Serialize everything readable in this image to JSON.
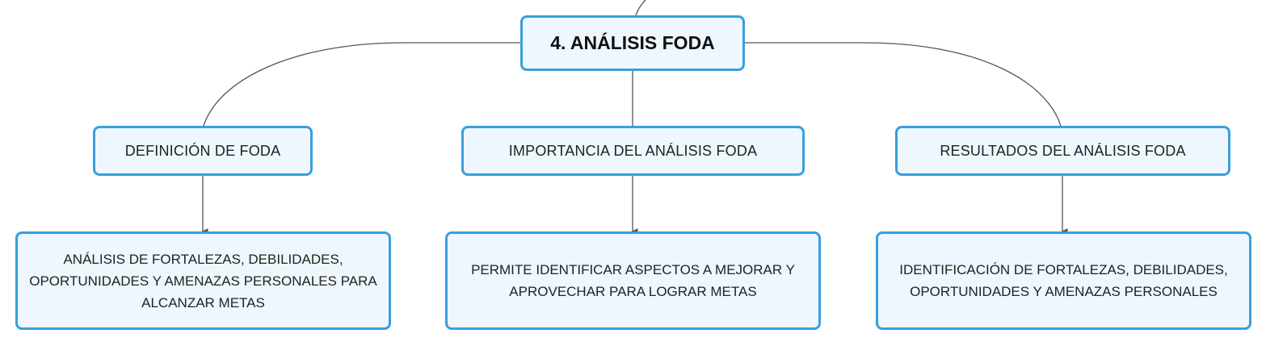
{
  "colors": {
    "node_border": "#3a9ee0",
    "node_fill": "#eef7fd",
    "connector": "#555555"
  },
  "root": {
    "label": "4. ANÁLISIS FODA"
  },
  "branches": [
    {
      "label": "DEFINICIÓN DE FODA",
      "detail": "ANÁLISIS DE FORTALEZAS, DEBILIDADES, OPORTUNIDADES Y AMENAZAS PERSONALES PARA ALCANZAR METAS"
    },
    {
      "label": "IMPORTANCIA DEL ANÁLISIS FODA",
      "detail": "PERMITE IDENTIFICAR ASPECTOS A MEJORAR Y APROVECHAR PARA LOGRAR METAS"
    },
    {
      "label": "RESULTADOS DEL ANÁLISIS FODA",
      "detail": "IDENTIFICACIÓN DE FORTALEZAS, DEBILIDADES, OPORTUNIDADES Y AMENAZAS PERSONALES"
    }
  ]
}
